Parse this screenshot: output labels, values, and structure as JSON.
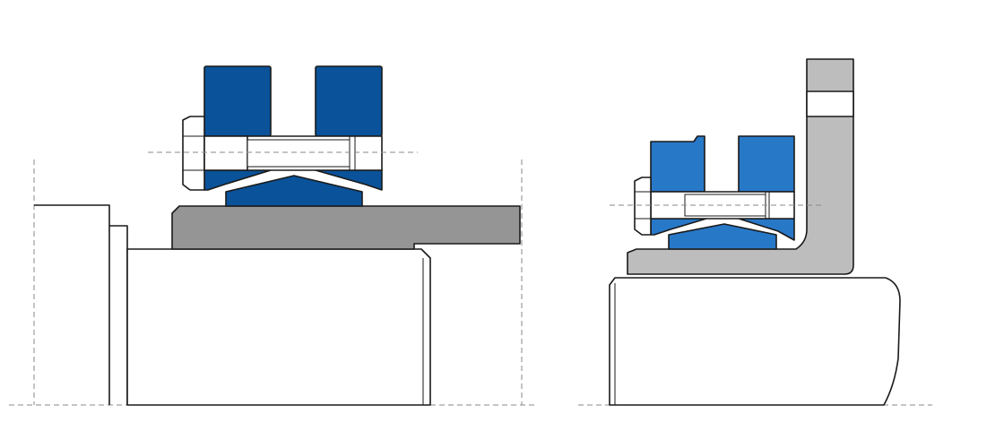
{
  "colors": {
    "background": "#ffffff",
    "outline": "#1a1a1a",
    "centerline": "#8a8a8a",
    "ring_dark_blue": "#0a5299",
    "ring_light_blue": "#2878c8",
    "sleeve_dark_gray": "#959595",
    "bracket_light_gray": "#bdbdbd",
    "bolt_white": "#ffffff"
  },
  "figures": [
    {
      "id": "left-assembly",
      "description_name": "shrink-disc-on-shaft-sleeve"
    },
    {
      "id": "right-assembly",
      "description_name": "shrink-disc-on-flange-hub"
    }
  ]
}
